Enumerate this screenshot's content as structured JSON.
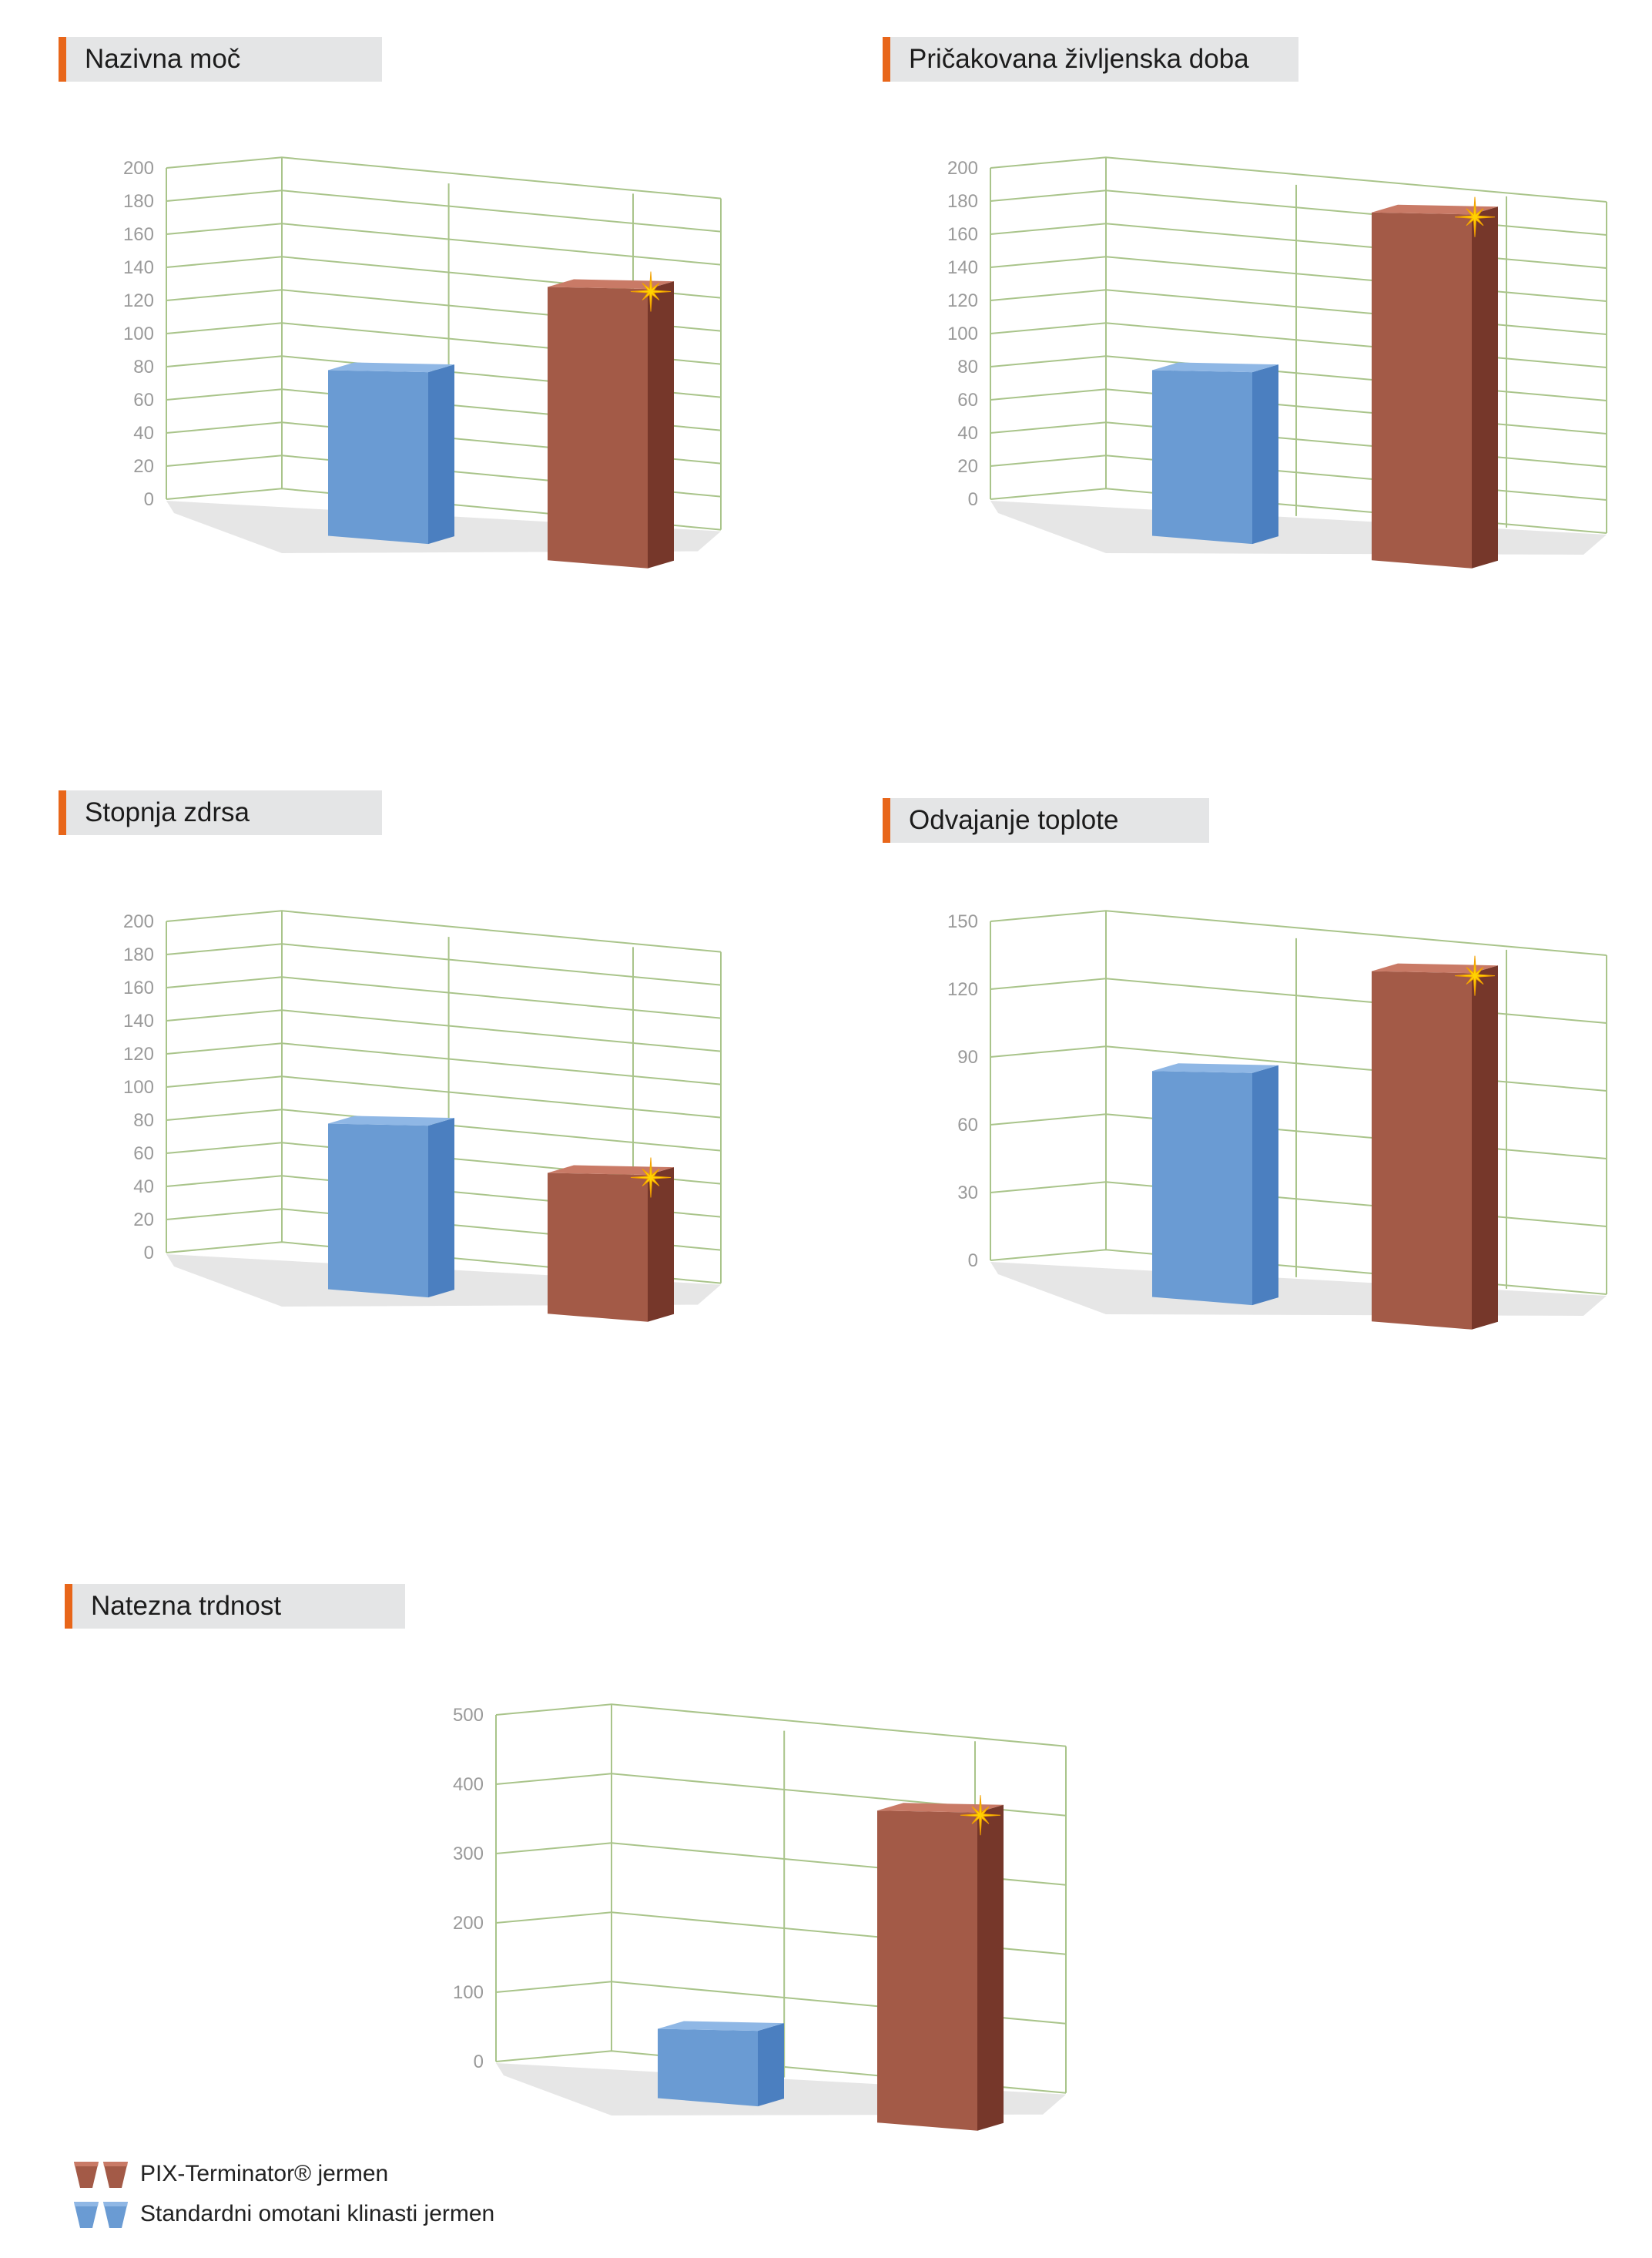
{
  "colors": {
    "pix_front": "#a35a47",
    "pix_side": "#76372a",
    "pix_top": "#c97a66",
    "std_front": "#6a9bd3",
    "std_side": "#4b7fc0",
    "std_top": "#8fb7e5",
    "grid": "#a9c48a",
    "axis_text": "#9a9a9a",
    "title_accent": "#e8661a",
    "title_bg": "#e4e5e6",
    "floor": "#e6e6e6",
    "star": "#ffd200"
  },
  "legend": {
    "pix_label": "PIX-Terminator® jermen",
    "standard_label": "Standardni omotani klinasti jermen"
  },
  "chart_data": [
    {
      "type": "bar",
      "title": "Nazivna moč",
      "yticks": [
        "0",
        "20",
        "40",
        "60",
        "80",
        "100",
        "120",
        "140",
        "160",
        "180",
        "200"
      ],
      "ylim": [
        0,
        200
      ],
      "grid": true,
      "series": [
        {
          "name": "Standardni omotani klinasti jermen",
          "value": 100
        },
        {
          "name": "PIX-Terminator® jermen",
          "value": 165
        }
      ]
    },
    {
      "type": "bar",
      "title": "Pričakovana življenska doba",
      "yticks": [
        "0",
        "20",
        "40",
        "60",
        "80",
        "100",
        "120",
        "140",
        "160",
        "180",
        "200"
      ],
      "ylim": [
        0,
        200
      ],
      "grid": true,
      "series": [
        {
          "name": "Standardni omotani klinasti jermen",
          "value": 100
        },
        {
          "name": "PIX-Terminator® jermen",
          "value": 210
        }
      ]
    },
    {
      "type": "bar",
      "title": "Stopnja zdrsa",
      "yticks": [
        "0",
        "20",
        "40",
        "60",
        "80",
        "100",
        "120",
        "140",
        "160",
        "180",
        "200"
      ],
      "ylim": [
        0,
        200
      ],
      "grid": true,
      "series": [
        {
          "name": "Standardni omotani klinasti jermen",
          "value": 100
        },
        {
          "name": "PIX-Terminator® jermen",
          "value": 85
        }
      ]
    },
    {
      "type": "bar",
      "title": "Odvajanje toplote",
      "yticks": [
        "0",
        "30",
        "60",
        "90",
        "120",
        "150"
      ],
      "ylim": [
        0,
        150
      ],
      "grid": true,
      "series": [
        {
          "name": "Standardni omotani klinasti jermen",
          "value": 100
        },
        {
          "name": "PIX-Terminator® jermen",
          "value": 155
        }
      ]
    },
    {
      "type": "bar",
      "title": "Natezna trdnost",
      "yticks": [
        "0",
        "100",
        "200",
        "300",
        "400",
        "500"
      ],
      "ylim": [
        0,
        500
      ],
      "grid": true,
      "series": [
        {
          "name": "Standardni omotani klinasti jermen",
          "value": 100
        },
        {
          "name": "PIX-Terminator® jermen",
          "value": 450
        }
      ]
    }
  ]
}
